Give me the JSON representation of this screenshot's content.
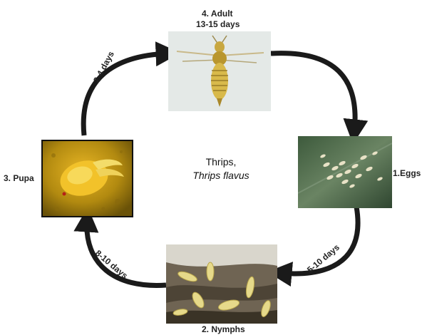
{
  "center": {
    "title": "Thrips,",
    "scientific_name": "Thrips flavus"
  },
  "stages": {
    "adult": {
      "label": "4. Adult",
      "duration": "13-15 days"
    },
    "eggs": {
      "label": "1.Eggs"
    },
    "nymphs": {
      "label": "2. Nymphs"
    },
    "pupa": {
      "label": "3. Pupa"
    }
  },
  "transitions": {
    "adult_to_eggs": "",
    "eggs_to_nymphs": "5-10 days",
    "nymphs_to_pupa": "8-10 days",
    "pupa_to_adult": "2-4 days"
  },
  "colors": {
    "arrow": "#1a1a1a",
    "pupa_bg": "#b28a10",
    "eggs_bg": "#4f6a4a",
    "adult_bg": "#dfe5e2",
    "nymph_bg": "#6f6453"
  }
}
